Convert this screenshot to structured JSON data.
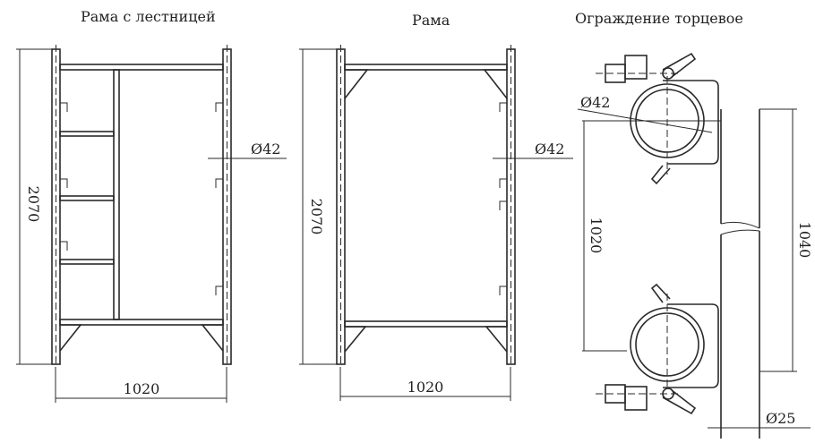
{
  "titles": {
    "frame_ladder": "Рама с лестницей",
    "frame": "Рама",
    "guard": "Ограждение торцевое"
  },
  "dimensions": {
    "frame_ladder_height": "2070",
    "frame_ladder_width": "1020",
    "frame_ladder_pipe": "Ø42",
    "frame_height": "2070",
    "frame_width": "1020",
    "frame_pipe": "Ø42",
    "guard_clamp_pipe": "Ø42",
    "guard_clamp_spacing": "1020",
    "guard_height": "1040",
    "guard_pipe": "Ø25"
  }
}
